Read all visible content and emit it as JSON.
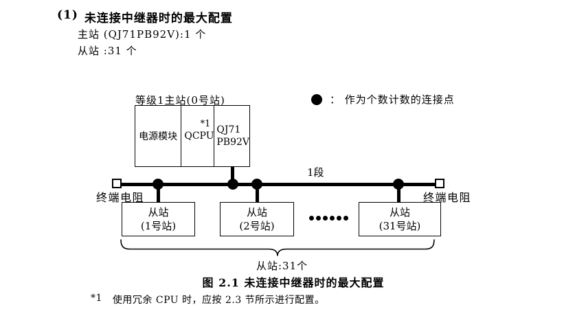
{
  "heading": {
    "number": "(1)",
    "title": "未连接中继器时的最大配置"
  },
  "specs": {
    "master_line": "主站 (QJ71PB92V):1 个",
    "slave_line": "从站 :31 个"
  },
  "legend": {
    "text": "：  作为个数计数的连接点"
  },
  "diagram": {
    "master_label": "等级1主站(0号站)",
    "modules": {
      "power": "电源模块",
      "cpu": "QCPU",
      "cpu_note": "*1",
      "pb92v": "QJ71\nPB92V"
    },
    "segment_label": "1段",
    "terminator_left": "终端电阻",
    "terminator_right": "终端电阻",
    "slaves": [
      "从站\n(1号站)",
      "从站\n(2号站)",
      "从站\n(31号站)"
    ],
    "slave_count_label": "从站:31个"
  },
  "caption": "图 2.1 未连接中继器时的最大配置",
  "footnote": {
    "marker": "*1",
    "text": "使用冗余 CPU 时，应按 2.3 节所示进行配置。"
  },
  "colors": {
    "ink": "#000000",
    "background": "#ffffff"
  }
}
